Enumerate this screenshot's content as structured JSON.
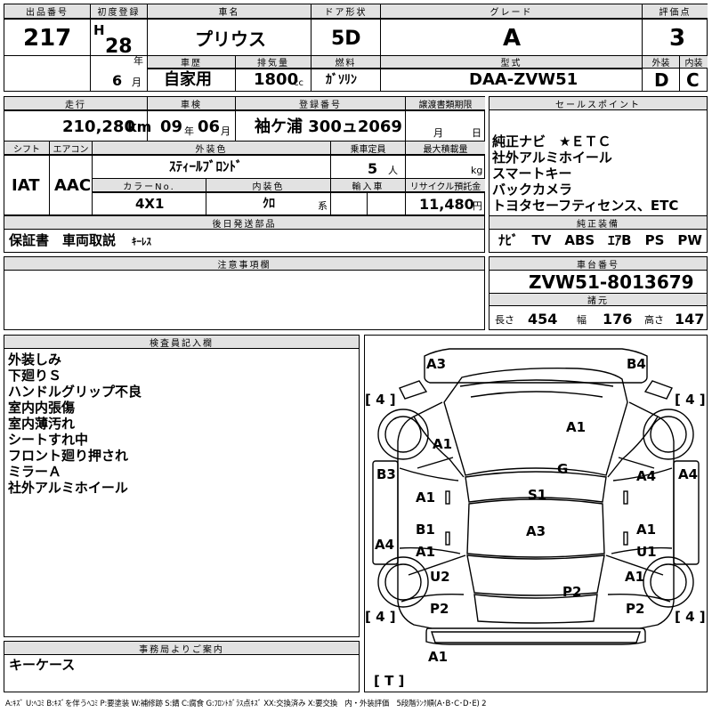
{
  "header": {
    "lot_number_label": "出品番号",
    "lot_number": "217",
    "first_reg_label": "初度登録",
    "era": "H",
    "year": "28",
    "year_unit": "年",
    "month": "6",
    "month_unit": "月",
    "model_name_label": "車名",
    "model_name": "プリウス",
    "doors_label": "ドア形状",
    "doors": "5D",
    "grade_label": "グレード",
    "grade": "A",
    "score_label": "評価点",
    "score": "3",
    "history_label": "車歴",
    "history": "自家用",
    "displacement_label": "排気量",
    "displacement": "1800",
    "displacement_unit": "cc",
    "fuel_label": "燃料",
    "fuel": "ｶﾞｿﾘﾝ",
    "type_label": "型式",
    "type": "DAA-ZVW51",
    "exterior_label": "外装",
    "exterior_grade": "D",
    "interior_label": "内装",
    "interior_grade": "C"
  },
  "row2": {
    "mileage_label": "走行",
    "mileage": "210,280",
    "mileage_unit": "km",
    "inspection_label": "車検",
    "insp_year": "09",
    "insp_year_unit": "年",
    "insp_month": "06",
    "insp_month_unit": "月",
    "plate_label": "登録番号",
    "plate": "袖ケ浦 300ュ2069",
    "transfer_label": "譲渡書類期限",
    "transfer_month_unit": "月",
    "transfer_day_unit": "日",
    "shift_label": "シフト",
    "shift": "IAT",
    "ac_label": "エアコン",
    "ac": "AAC",
    "color_label": "外装色",
    "color": "ｽﾃｨｰﾙﾌﾞﾛﾝﾄﾞ",
    "capacity_label": "乗車定員",
    "capacity": "5",
    "capacity_unit": "人",
    "load_label": "最大積載量",
    "load_unit": "kg",
    "color_no_label": "カラーNo.",
    "color_no": "4X1",
    "interior_color_label": "内装色",
    "interior_color": "ｸﾛ",
    "interior_color_unit": "系",
    "import_label": "輸入車",
    "recycle_label": "リサイクル預託金",
    "recycle": "11,480",
    "recycle_unit": "円"
  },
  "sales_points": {
    "label": "セールスポイント",
    "lines": [
      "純正ナビ　★ＥＴＣ",
      "社外アルミホイール",
      "スマートキー",
      "バックカメラ",
      "トヨタセーフティセンス、ETC"
    ]
  },
  "genuine_equipment": {
    "label": "純正装備",
    "value": "ﾅﾋﾞ　TV　ABS　ｴｱB　PS　PW"
  },
  "later_parts": {
    "label": "後日発送部品",
    "value_bold": "保証書　車両取説",
    "value_extra": "ｷｰﾚｽ"
  },
  "notes": {
    "label": "注意事項欄"
  },
  "chassis": {
    "label": "車台番号",
    "value": "ZVW51-8013679",
    "spec_label": "諸元",
    "length_label": "長さ",
    "length": "454",
    "width_label": "幅",
    "width": "176",
    "height_label": "高さ",
    "height": "147"
  },
  "inspector": {
    "label": "検査員記入欄",
    "lines": [
      "外装しみ",
      "下廻りＳ",
      "ハンドルグリップ不良",
      "室内内張傷",
      "室内薄汚れ",
      "シートすれ中",
      "フロント廻り押され",
      "ミラーＡ",
      "社外アルミホイール"
    ]
  },
  "office": {
    "label": "事務局よりご案内",
    "value": "キーケース"
  },
  "diagram": {
    "tire_tl": "[ 4 ]",
    "tire_tr": "[ 4 ]",
    "tire_bl": "[ 4 ]",
    "tire_br": "[ 4 ]",
    "tread": "[ T ]",
    "marks": [
      "A3",
      "B4",
      "A1",
      "A1",
      "G",
      "B3",
      "A4",
      "A4",
      "A1",
      "S1",
      "B1",
      "A3",
      "A1",
      "A4",
      "A1",
      "U1",
      "U2",
      "A1",
      "P2",
      "P2",
      "P2",
      "A1"
    ]
  },
  "legend": "A:ｷｽﾞ U:ﾍｺﾐ B:ｷｽﾞを伴うﾍｺﾐ P:要塗装 W:補修跡 S:錆 C:腐食 G:ﾌﾛﾝﾄｶﾞﾗｽ点ｷｽﾞ XX:交換済み X:要交換　内・外装評価　5段階ﾗﾝｸ順(A･B･C･D･E) 2"
}
